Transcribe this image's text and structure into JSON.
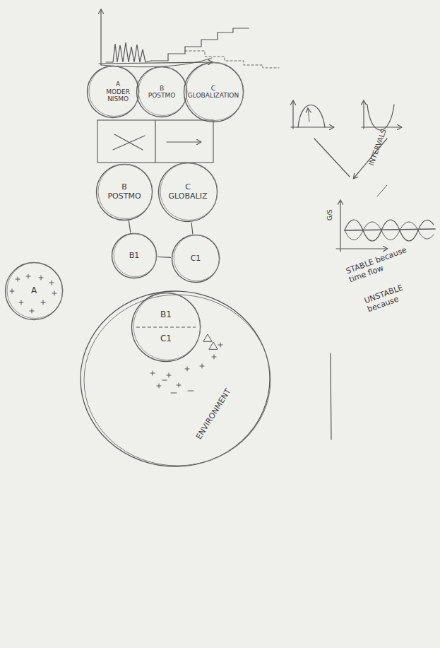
{
  "diagram": {
    "nodes": [
      {
        "text": [
          "A",
          "MODER NISMO"
        ]
      },
      {
        "text": [
          "B",
          "POSTMO"
        ]
      },
      {
        "text": [
          "C",
          "GLOBALIZATION"
        ]
      },
      {
        "text": [
          "B",
          "POSTMO"
        ]
      },
      {
        "text": [
          "C",
          "GLOBALIZ"
        ]
      },
      {
        "text": [
          "B1"
        ]
      },
      {
        "text": [
          "C1"
        ]
      },
      {
        "text": [
          "ENVIRONMENT"
        ]
      },
      {
        "text": [
          "B1",
          "C1"
        ],
        "in": 7
      },
      {
        "text": [
          "A"
        ]
      }
    ],
    "edges": [
      {
        "from": 3,
        "to": 5,
        "arrow": "none"
      },
      {
        "from": 4,
        "to": 6,
        "arrow": "none"
      },
      {
        "from": 5,
        "to": 6,
        "arrow": "none"
      }
    ],
    "labels": [
      "INTERVALS",
      "G/S",
      "STABLE because time flow",
      "UNSTABLE because"
    ]
  }
}
